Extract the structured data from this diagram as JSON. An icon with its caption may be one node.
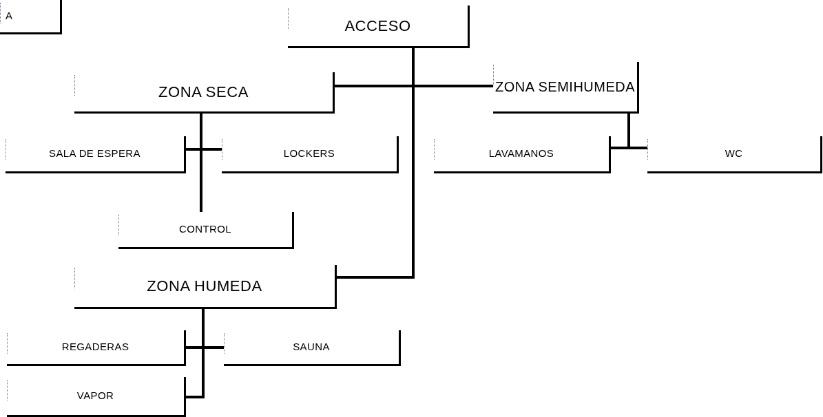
{
  "diagram": {
    "nodes": [
      {
        "text": [
          "A"
        ]
      },
      {
        "text": [
          "ACCESO"
        ]
      },
      {
        "text": [
          "ZONA SECA"
        ]
      },
      {
        "text": [
          "ZONA SEMIHUMEDA"
        ]
      },
      {
        "text": [
          "SALA DE ESPERA"
        ]
      },
      {
        "text": [
          "LOCKERS"
        ]
      },
      {
        "text": [
          "LAVAMANOS"
        ]
      },
      {
        "text": [
          "WC"
        ]
      },
      {
        "text": [
          "CONTROL"
        ]
      },
      {
        "text": [
          "ZONA HUMEDA"
        ]
      },
      {
        "text": [
          "REGADERAS"
        ]
      },
      {
        "text": [
          "SAUNA"
        ]
      },
      {
        "text": [
          "VAPOR"
        ]
      }
    ],
    "edges": [
      {
        "from": 1,
        "to": 2,
        "arrow": "none"
      },
      {
        "from": 1,
        "to": 3,
        "arrow": "none"
      },
      {
        "from": 1,
        "to": 9,
        "arrow": "none"
      },
      {
        "from": 2,
        "to": 4,
        "arrow": "none"
      },
      {
        "from": 2,
        "to": 5,
        "arrow": "none"
      },
      {
        "from": 2,
        "to": 8,
        "arrow": "none"
      },
      {
        "from": 3,
        "to": 6,
        "arrow": "none"
      },
      {
        "from": 3,
        "to": 7,
        "arrow": "none"
      },
      {
        "from": 9,
        "to": 10,
        "arrow": "none"
      },
      {
        "from": 9,
        "to": 11,
        "arrow": "none"
      },
      {
        "from": 9,
        "to": 12,
        "arrow": "none"
      }
    ]
  }
}
